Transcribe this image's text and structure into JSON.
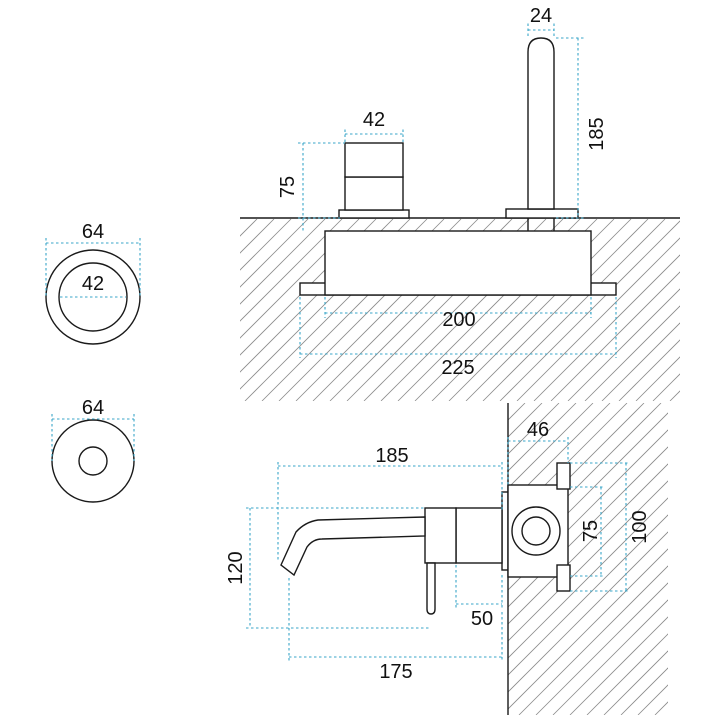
{
  "colors": {
    "line": "#1a1a1a",
    "hatch": "#8a8a8a",
    "dimension": "#3aa6c8",
    "background": "#ffffff"
  },
  "top_view": {
    "handle_width": "42",
    "handle_height": "75",
    "spout_width": "24",
    "spout_height": "185",
    "plate_width": "200",
    "overall_width": "225"
  },
  "ring_escutcheon": {
    "outer_diameter": "64",
    "inner_diameter": "42"
  },
  "disc_escutcheon": {
    "diameter": "64"
  },
  "side_view": {
    "spout_projection": "185",
    "body_depth": "46",
    "body_height": "75",
    "box_height": "100",
    "spout_height": "120",
    "lever_offset": "50",
    "lever_projection": "175"
  }
}
